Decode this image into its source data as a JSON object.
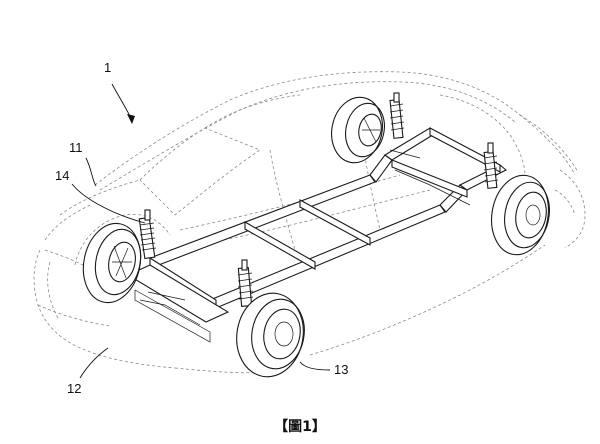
{
  "labels": {
    "l1": "1",
    "l11": "11",
    "l14": "14",
    "l12": "12",
    "l13": "13"
  },
  "caption": "【圖1】"
}
